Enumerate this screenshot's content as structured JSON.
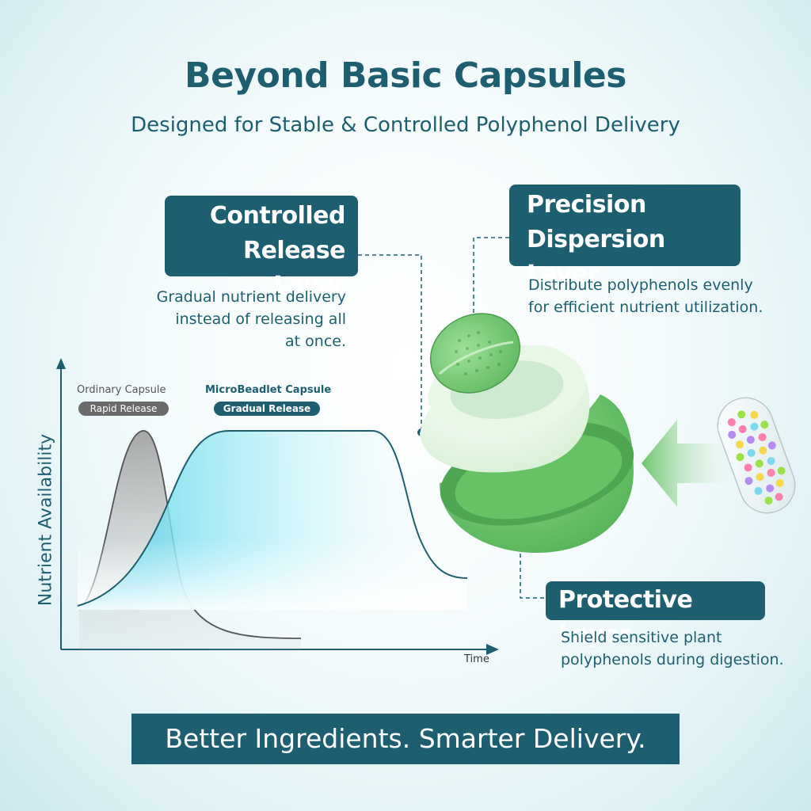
{
  "header": {
    "title": "Beyond Basic Capsules",
    "subtitle": "Designed for Stable & Controlled Polyphenol Delivery"
  },
  "layers": {
    "controlled": {
      "title_line1": "Controlled",
      "title_line2": "Release Layer",
      "desc_line1": "Gradual nutrient delivery",
      "desc_line2": "instead of releasing all",
      "desc_line3": "at once."
    },
    "precision": {
      "title_line1": "Precision",
      "title_line2": "Dispersion Layer",
      "desc_line1": "Distribute polyphenols evenly",
      "desc_line2": "for efficient nutrient utilization."
    },
    "protective": {
      "title": "Protective Layer",
      "desc_line1": "Shield sensitive plant",
      "desc_line2": "polyphenols during digestion."
    }
  },
  "chart": {
    "ylabel": "Nutrient Availability",
    "xlabel": "Time",
    "legend": {
      "ordinary_name": "Ordinary Capsule",
      "ordinary_badge": "Rapid Release",
      "micro_name": "MicroBeadlet Capsule",
      "micro_badge": "Gradual Release"
    }
  },
  "footer": {
    "banner": "Better Ingredients. Smarter Delivery."
  },
  "colors": {
    "brand": "#1d5f70",
    "green": "#6cc46c",
    "cyan": "#7fe0ef",
    "gray": "#8a8a8a"
  },
  "icons": {
    "capsule": "capsule-icon",
    "arrow": "arrow-left-icon"
  }
}
